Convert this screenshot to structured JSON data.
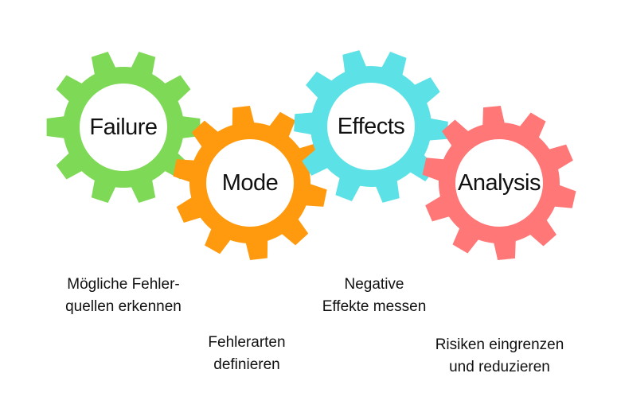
{
  "gears": [
    {
      "id": "failure",
      "label": "Failure",
      "color": "#7ED957",
      "caption": [
        "Mögliche Fehler-",
        "quellen erkennen"
      ]
    },
    {
      "id": "mode",
      "label": "Mode",
      "color": "#FF9A0E",
      "caption": [
        "Fehlerarten",
        "definieren"
      ]
    },
    {
      "id": "effects",
      "label": "Effects",
      "color": "#5CE1E6",
      "caption": [
        "Negative",
        "Effekte messen"
      ]
    },
    {
      "id": "analysis",
      "label": "Analysis",
      "color": "#FF7777",
      "caption": [
        "Risiken eingrenzen",
        "und reduzieren"
      ]
    }
  ]
}
